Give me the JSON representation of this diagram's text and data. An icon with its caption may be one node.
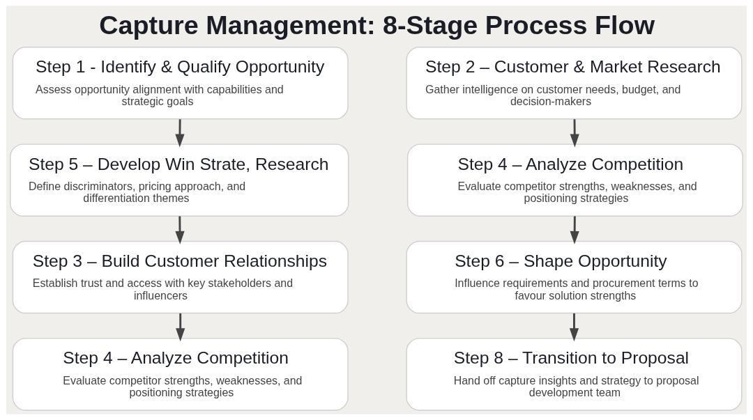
{
  "diagram": {
    "title": "Capture Management: 8-Stage Process Flow",
    "nodes": [
      {
        "text": [
          "Step 1 - Identify & Qualify Opportunity",
          "Assess opportunity alignment with capabilities and strategic goals"
        ]
      },
      {
        "text": [
          "Step 2 – Customer & Market Research",
          "Gather intelligence on customer needs, budget, and decision-makers"
        ]
      },
      {
        "text": [
          "Step 5 – Develop Win Strate, Research",
          "Define discriminators, pricing approach, and differentiation themes"
        ]
      },
      {
        "text": [
          "Step 4 – Analyze Competition",
          "Evaluate competitor strengths, weaknesses, and positioning strategies"
        ]
      },
      {
        "text": [
          "Step 3 – Build Customer Relationships",
          "Establish trust and access with key stakeholders and influencers"
        ]
      },
      {
        "text": [
          "Step 6 – Shape Opportunity",
          "Influence requirements and procurement terms to favour solution strengths"
        ]
      },
      {
        "text": [
          "Step 4 – Analyze Competition",
          "Evaluate competitor strengths, weaknesses, and positioning strategies"
        ]
      },
      {
        "text": [
          "Step 8 – Transition to Proposal",
          "Hand off capture insights and strategy to proposal development team"
        ]
      }
    ],
    "edges": [
      {
        "from": 0,
        "to": 2,
        "arrow": "to"
      },
      {
        "from": 2,
        "to": 4,
        "arrow": "to"
      },
      {
        "from": 4,
        "to": 6,
        "arrow": "to"
      },
      {
        "from": 1,
        "to": 3,
        "arrow": "to"
      },
      {
        "from": 3,
        "to": 5,
        "arrow": "to"
      },
      {
        "from": 5,
        "to": 7,
        "arrow": "to"
      }
    ]
  }
}
